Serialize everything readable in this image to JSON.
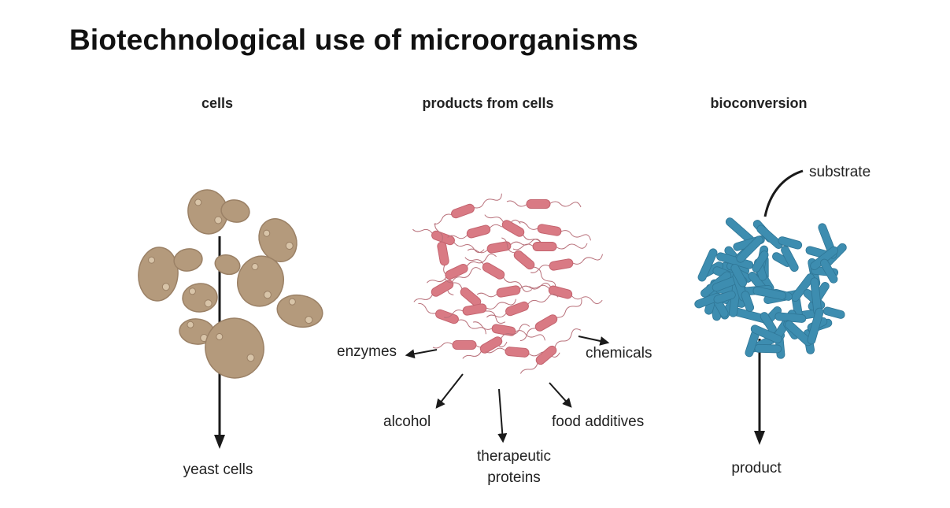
{
  "title": "Biotechnological use of microorganisms",
  "columns": {
    "cells": {
      "heading": "cells",
      "output_label": "yeast cells"
    },
    "products": {
      "heading": "products from cells",
      "outputs": {
        "enzymes": "enzymes",
        "chemicals": "chemicals",
        "alcohol": "alcohol",
        "therapeutic_line1": "therapeutic",
        "therapeutic_line2": "proteins",
        "food_additives": "food additives"
      }
    },
    "bioconversion": {
      "heading": "bioconversion",
      "substrate_label": "substrate",
      "output_label": "product"
    }
  },
  "colors": {
    "yeast_fill": "#b49a7c",
    "yeast_stroke": "#9b8166",
    "yeast_bud": "#d8c4a8",
    "bacteria_fill": "#d97a84",
    "bacteria_flagella": "#b8707a",
    "rod_fill": "#3d8db0",
    "arrow": "#1a1a1a",
    "input_line": "#c8c8c8"
  }
}
